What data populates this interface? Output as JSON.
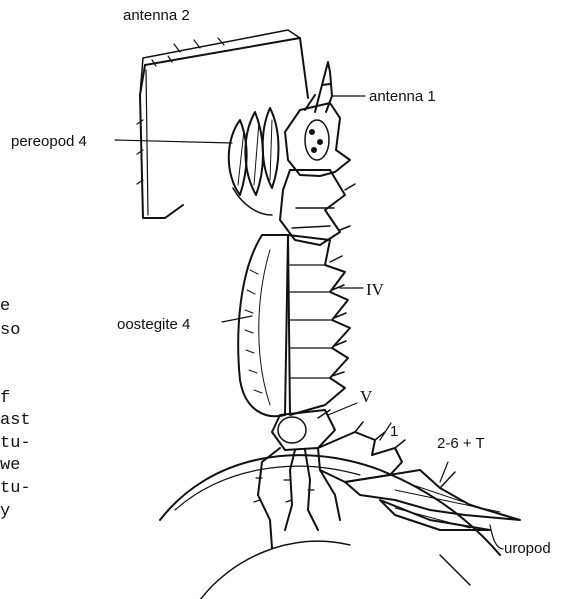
{
  "labels": {
    "antenna2": "antenna 2",
    "antenna1": "antenna 1",
    "pereopod4": "pereopod 4",
    "oostegite4": "oostegite 4",
    "segIV": "IV",
    "segV": "V",
    "seg1": "1",
    "seg26T": "2-6 + T",
    "uropod": "uropod"
  },
  "page_text_fragments": [
    "e",
    "so",
    "f",
    "ast",
    "tu-",
    "we",
    "tu-",
    "y"
  ]
}
